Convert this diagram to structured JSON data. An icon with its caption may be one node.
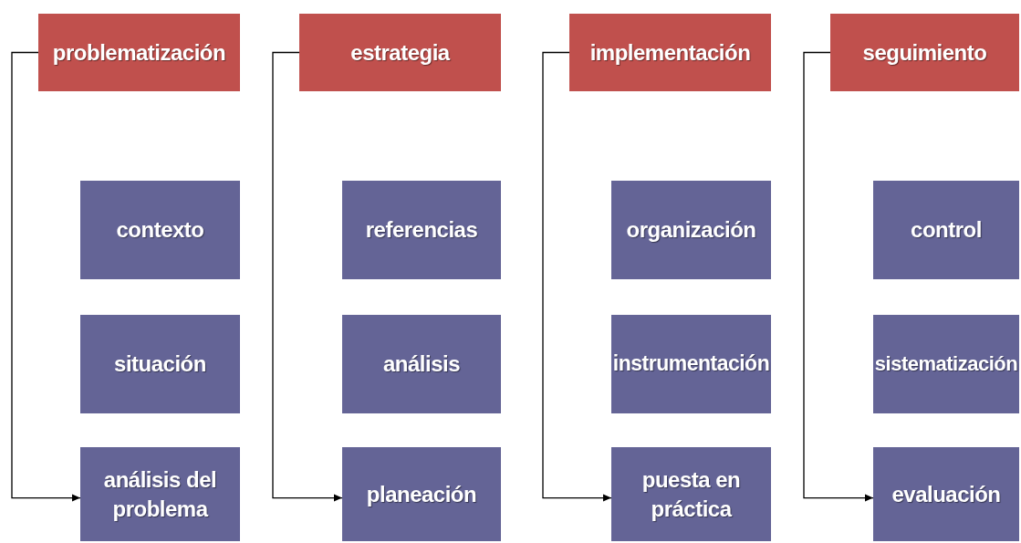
{
  "diagram": {
    "nodes": [
      {
        "text": [
          "problematización"
        ]
      },
      {
        "text": [
          "contexto"
        ]
      },
      {
        "text": [
          "situación"
        ]
      },
      {
        "text": [
          "análisis del problema"
        ]
      },
      {
        "text": [
          "estrategia"
        ]
      },
      {
        "text": [
          "referencias"
        ]
      },
      {
        "text": [
          "análisis"
        ]
      },
      {
        "text": [
          "planeación"
        ]
      },
      {
        "text": [
          "implementación"
        ]
      },
      {
        "text": [
          "organización"
        ]
      },
      {
        "text": [
          "instrumentación"
        ]
      },
      {
        "text": [
          "puesta en práctica"
        ]
      },
      {
        "text": [
          "seguimiento"
        ]
      },
      {
        "text": [
          "control"
        ]
      },
      {
        "text": [
          "sistematización"
        ]
      },
      {
        "text": [
          "evaluación"
        ]
      }
    ],
    "edges": [
      {
        "from": 0,
        "to": 3,
        "arrow": "to"
      },
      {
        "from": 4,
        "to": 7,
        "arrow": "to"
      },
      {
        "from": 8,
        "to": 11,
        "arrow": "to"
      },
      {
        "from": 12,
        "to": 15,
        "arrow": "to"
      }
    ]
  }
}
